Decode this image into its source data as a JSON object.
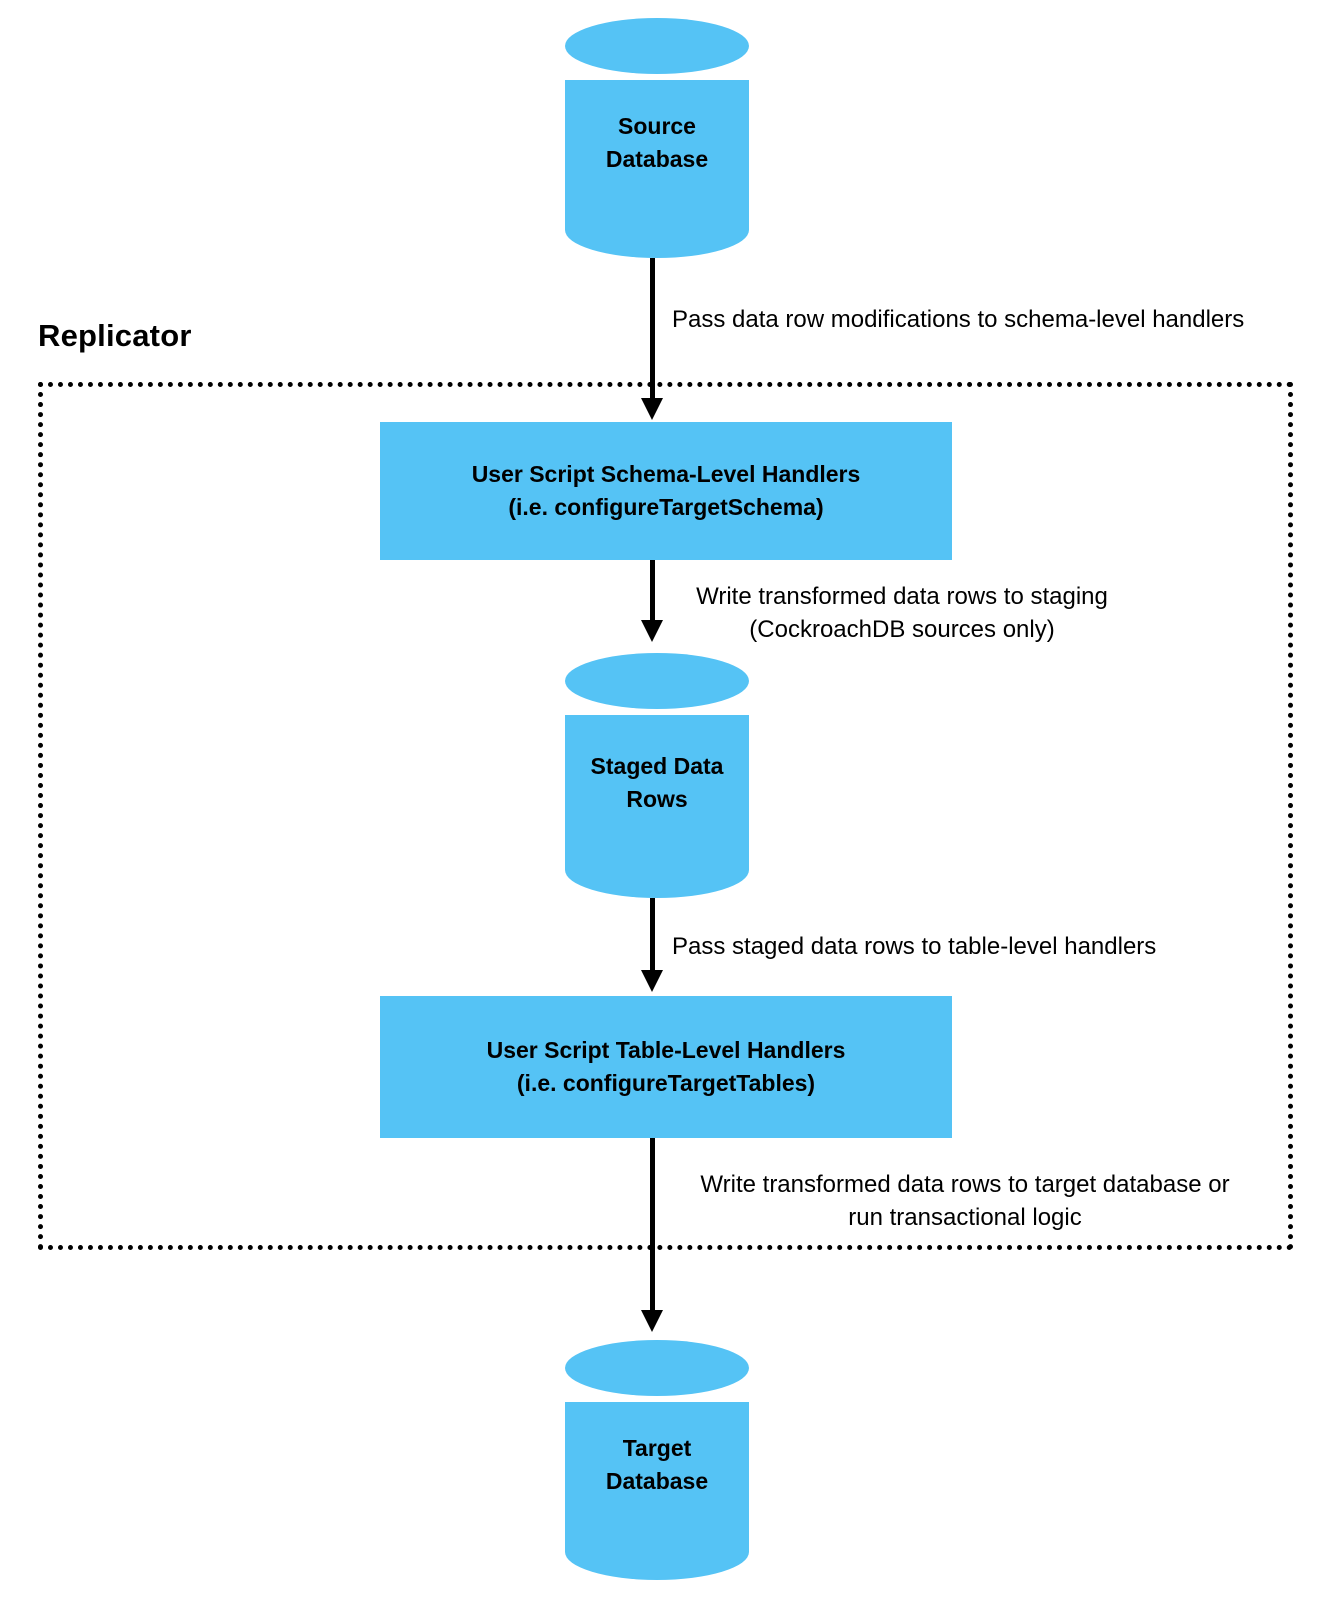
{
  "diagram": {
    "title": "Replicator",
    "accent_color": "#55c3f5",
    "line_color": "#000000",
    "background_color": "#ffffff",
    "nodes": {
      "source_database": {
        "label": "Source\nDatabase",
        "shape": "cylinder"
      },
      "schema_handlers": {
        "label": "User Script Schema-Level Handlers\n(i.e. configureTargetSchema)",
        "shape": "rectangle"
      },
      "staged_rows": {
        "label": "Staged Data\nRows",
        "shape": "cylinder"
      },
      "table_handlers": {
        "label": "User Script Table-Level Handlers\n(i.e. configureTargetTables)",
        "shape": "rectangle"
      },
      "target_database": {
        "label": "Target\nDatabase",
        "shape": "cylinder"
      }
    },
    "edges": {
      "source_to_schema": {
        "label": "Pass data row modifications to schema-level handlers",
        "align": "left"
      },
      "schema_to_staged": {
        "label": "Write transformed data rows to staging\n(CockroachDB sources only)",
        "align": "center"
      },
      "staged_to_table": {
        "label": "Pass staged data rows to table-level handlers",
        "align": "left"
      },
      "table_to_target": {
        "label": "Write transformed data rows to target database or\nrun transactional logic",
        "align": "center"
      }
    }
  }
}
